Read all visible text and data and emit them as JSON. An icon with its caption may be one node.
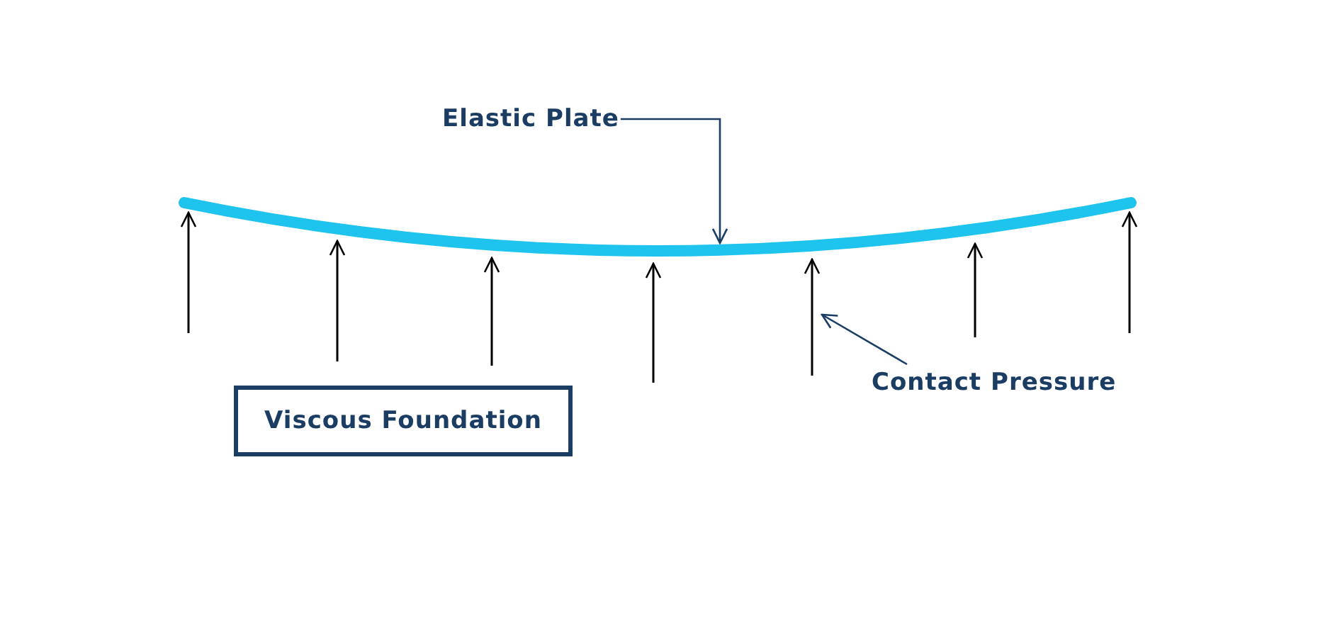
{
  "diagram": {
    "nodes": [
      {
        "text": [
          "Elastic Plate"
        ]
      },
      {
        "text": [],
        "shape": "bar"
      },
      {
        "text": [
          "Contact Pressure"
        ]
      },
      {
        "text": [
          "Viscous Foundation"
        ]
      }
    ],
    "edges": [
      {
        "from": 0,
        "to": 1,
        "arrow": "to"
      },
      {
        "from": 2,
        "to": null,
        "arrow": "to"
      }
    ]
  }
}
